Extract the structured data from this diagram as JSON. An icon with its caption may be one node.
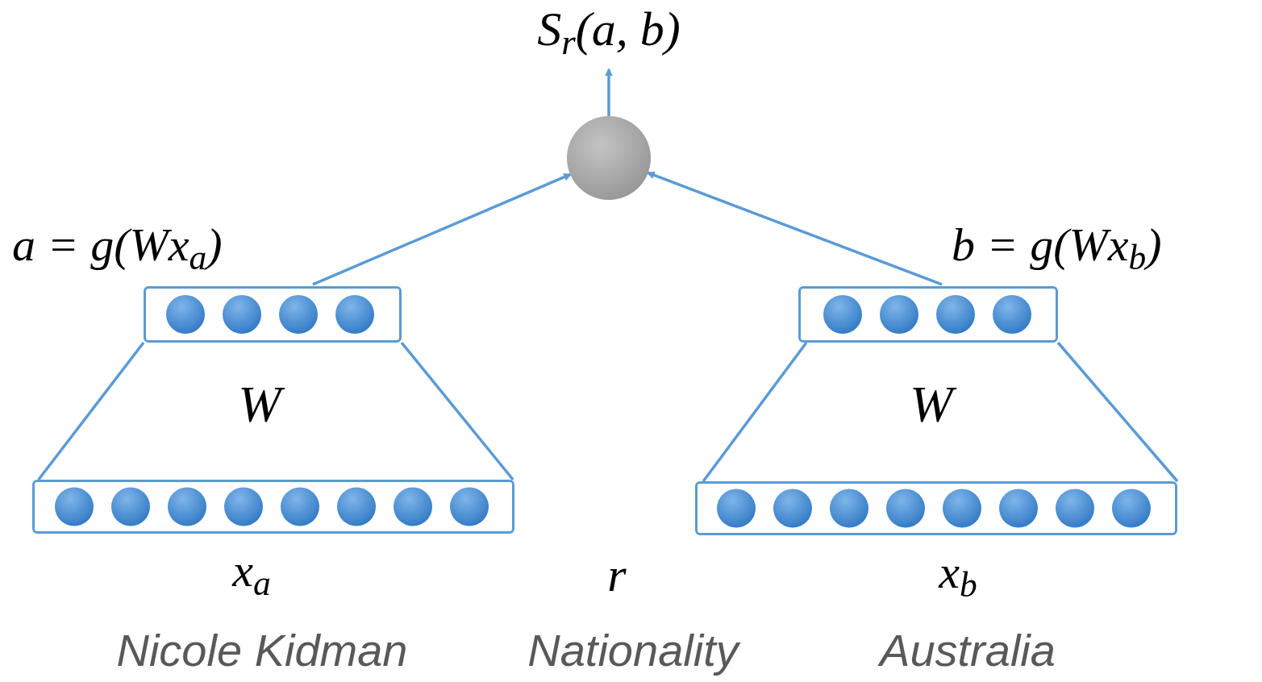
{
  "diagram": {
    "nodes": [
      {
        "text": [],
        "shape": "circle"
      },
      {
        "text": [
          "a = g(Wx$_{a}$)"
        ]
      },
      {
        "text": [
          "b = g(Wx$_{b}$)"
        ]
      },
      {
        "text": [
          "x$_{a}$"
        ]
      },
      {
        "text": [
          "x$_{b}$"
        ]
      },
      {
        "text": [
          "S$_{r}$(a, b)"
        ]
      }
    ],
    "edges": [
      {
        "from": 1,
        "to": 0,
        "arrow": "to"
      },
      {
        "from": 2,
        "to": 0,
        "arrow": "to"
      },
      {
        "from": 0,
        "to": 5,
        "arrow": "to"
      },
      {
        "from": 3,
        "to": 1,
        "arrow": "none"
      },
      {
        "from": 3,
        "to": 1,
        "arrow": "none"
      },
      {
        "from": 4,
        "to": 2,
        "arrow": "none"
      },
      {
        "from": 4,
        "to": 2,
        "arrow": "none"
      }
    ],
    "labels": [
      "W",
      "W",
      "r",
      "Nicole Kidman",
      "Nationality",
      "Australia"
    ]
  }
}
